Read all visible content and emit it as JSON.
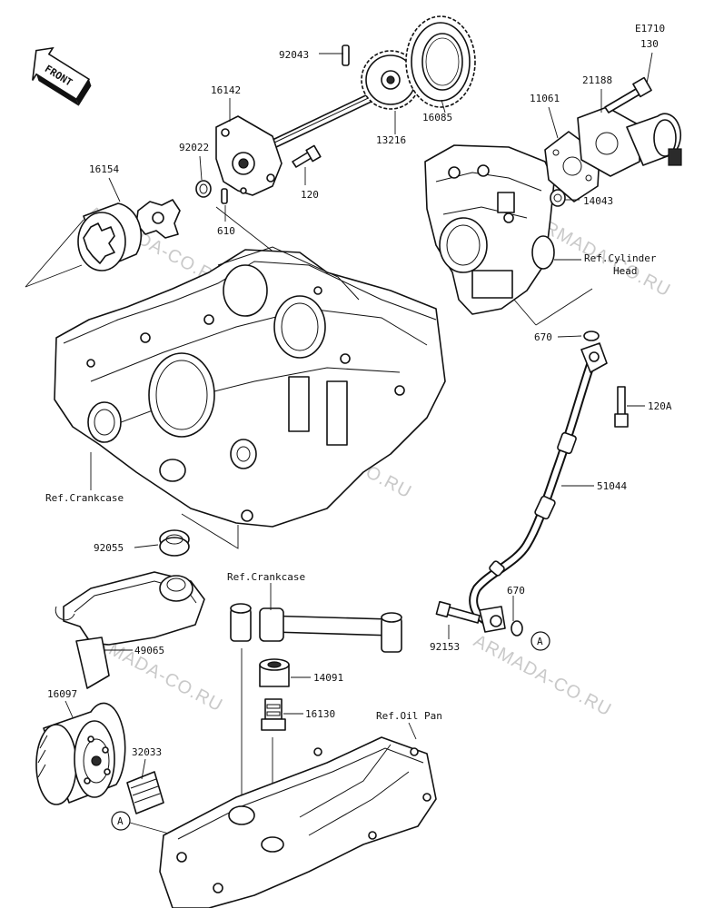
{
  "front_badge": "FRONT",
  "watermark": "ARMADA-CO.RU",
  "callouts": {
    "e1710": "E1710",
    "p130": "130",
    "p92043": "92043",
    "p16142": "16142",
    "p21188": "21188",
    "p11061": "11061",
    "p16085": "16085",
    "p13216": "13216",
    "p92022": "92022",
    "p16154": "16154",
    "p120": "120",
    "p610": "610",
    "p14043": "14043",
    "ref_cyl_1": "Ref.Cylinder",
    "ref_cyl_2": "Head",
    "p670a": "670",
    "p120a": "120A",
    "ref_crankcase_1": "Ref.Crankcase",
    "p51044": "51044",
    "p92055": "92055",
    "ref_crankcase_2": "Ref.Crankcase",
    "p670b": "670",
    "p49065": "49065",
    "p92153": "92153",
    "p14091": "14091",
    "p16097": "16097",
    "p16130": "16130",
    "ref_oil_pan": "Ref.Oil Pan",
    "p32033": "32033",
    "marker_a": "A"
  }
}
